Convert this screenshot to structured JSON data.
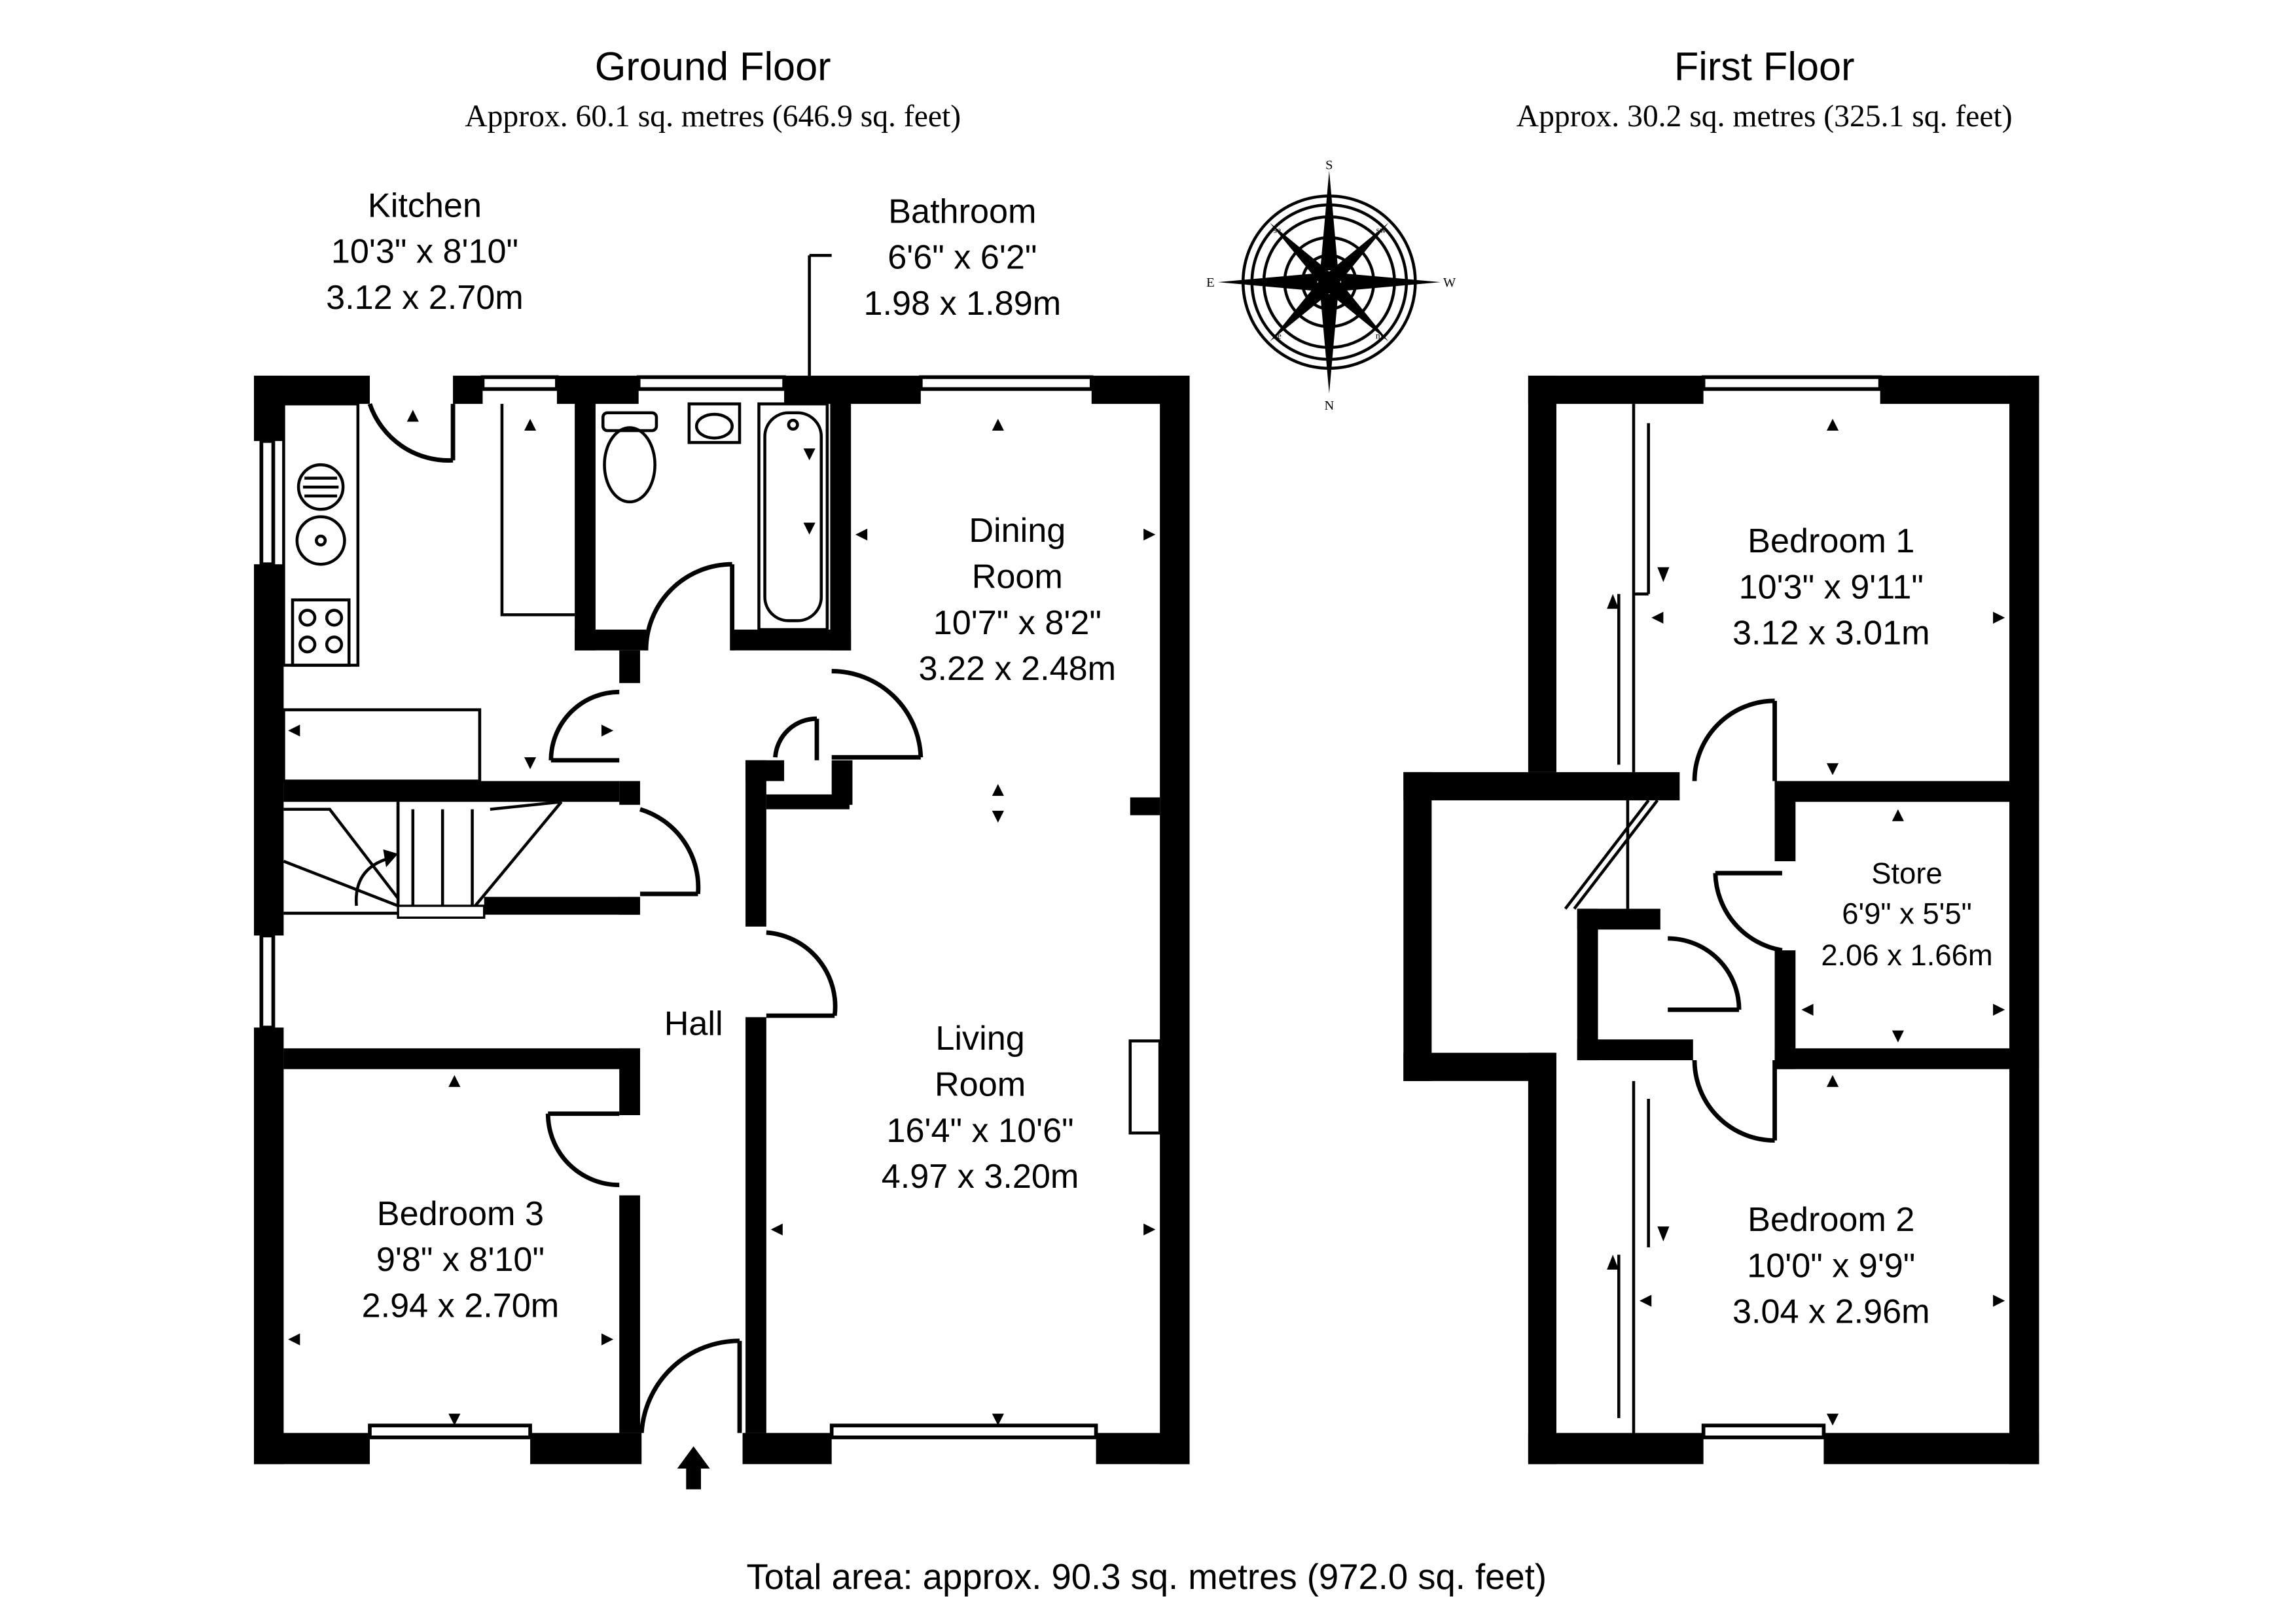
{
  "floors": {
    "ground": {
      "title": "Ground Floor",
      "area": "Approx. 60.1 sq. metres (646.9 sq. feet)"
    },
    "first": {
      "title": "First Floor",
      "area": "Approx. 30.2 sq. metres (325.1 sq. feet)"
    }
  },
  "rooms": {
    "kitchen": {
      "name": "Kitchen",
      "imperial": "10'3\" x 8'10\"",
      "metric": "3.12 x 2.70m"
    },
    "bathroom": {
      "name": "Bathroom",
      "imperial": "6'6\" x 6'2\"",
      "metric": "1.98 x 1.89m"
    },
    "dining": {
      "name_line1": "Dining",
      "name_line2": "Room",
      "imperial": "10'7\" x 8'2\"",
      "metric": "3.22 x 2.48m"
    },
    "hall": {
      "name": "Hall"
    },
    "living": {
      "name_line1": "Living",
      "name_line2": "Room",
      "imperial": "16'4\" x 10'6\"",
      "metric": "4.97 x 3.20m"
    },
    "bedroom3": {
      "name": "Bedroom 3",
      "imperial": "9'8\" x 8'10\"",
      "metric": "2.94 x 2.70m"
    },
    "bedroom1": {
      "name": "Bedroom 1",
      "imperial": "10'3\" x 9'11\"",
      "metric": "3.12 x 3.01m"
    },
    "store": {
      "name": "Store",
      "imperial": "6'9\" x 5'5\"",
      "metric": "2.06 x 1.66m"
    },
    "bedroom2": {
      "name": "Bedroom 2",
      "imperial": "10'0\" x 9'9\"",
      "metric": "3.04 x 2.96m"
    }
  },
  "compass": {
    "top": "S",
    "bottom": "N",
    "left": "E",
    "right": "W",
    "nw_label": "se",
    "ne_label": "sw",
    "sw_label": "ne",
    "se_label": "nw"
  },
  "total_area": "Total area: approx. 90.3 sq. metres (972.0 sq. feet)",
  "icons": [
    "compass-rose-icon",
    "entrance-arrow-icon",
    "door-swing-icon",
    "window-icon",
    "bathtub-icon",
    "toilet-icon",
    "basin-icon",
    "sink-icon",
    "hob-icon",
    "stairs-icon"
  ]
}
